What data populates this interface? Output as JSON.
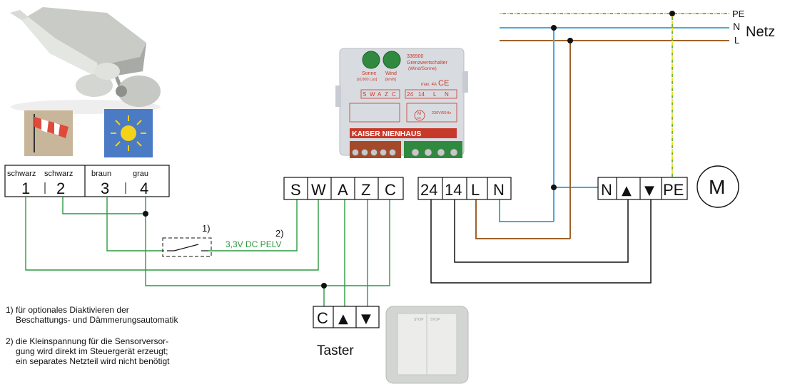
{
  "mains": {
    "pe": "PE",
    "n": "N",
    "l": "L",
    "netz": "Netz",
    "colors": {
      "pe_yellow": "#e8e23a",
      "pe_green": "#78b64a",
      "n": "#4aa9d6",
      "l": "#a0622a"
    }
  },
  "sensor": {
    "wire_labels": [
      "schwarz",
      "schwarz",
      "braun",
      "grau"
    ],
    "terminals": [
      "1",
      "2",
      "3",
      "4"
    ]
  },
  "module": {
    "model": "336900",
    "name_line1": "Grenzwertschalter",
    "name_line2": "(Wind/Sonne)",
    "sonne": "Sonne",
    "sonne_unit": "[x1000 Lux]",
    "wind": "Wind",
    "wind_unit": "[km/h]",
    "max_label": "max. 4A",
    "ce": "CE",
    "voltage": "230V/50Hz",
    "motor": "M",
    "ac": "AC",
    "brand": "KAISER NIENHAUS",
    "inputs": [
      "S",
      "W",
      "A",
      "Z",
      "C"
    ],
    "outputs": [
      "24",
      "14",
      "L",
      "N"
    ]
  },
  "ctrl_terminals": [
    "S",
    "W",
    "A",
    "Z",
    "C"
  ],
  "relay_terminals": [
    "24",
    "14",
    "L",
    "N"
  ],
  "motor_terminals": [
    "N",
    "▲",
    "▼",
    "PE"
  ],
  "motor_symbol": "M",
  "taster": {
    "terminals": [
      "C",
      "▲",
      "▼"
    ],
    "label": "Taster",
    "stop": "STOP"
  },
  "annotations": {
    "one": "1)",
    "two": "2)",
    "voltage": "3,3V DC PELV",
    "voltage_color": "#2a9a3e"
  },
  "wire_color": "#2a9a3e",
  "notes": {
    "n1": "1)",
    "n1_line1": "für optionales Diaktivieren der",
    "n1_line2": "Beschattungs- und Dämmerungsautomatik",
    "n2": "2)",
    "n2_line1": "die Kleinspannung für die Sensorversor-",
    "n2_line2": "gung wird direkt im Steuergerät erzeugt;",
    "n2_line3": "ein separates Netzteil wird nicht benötigt"
  }
}
